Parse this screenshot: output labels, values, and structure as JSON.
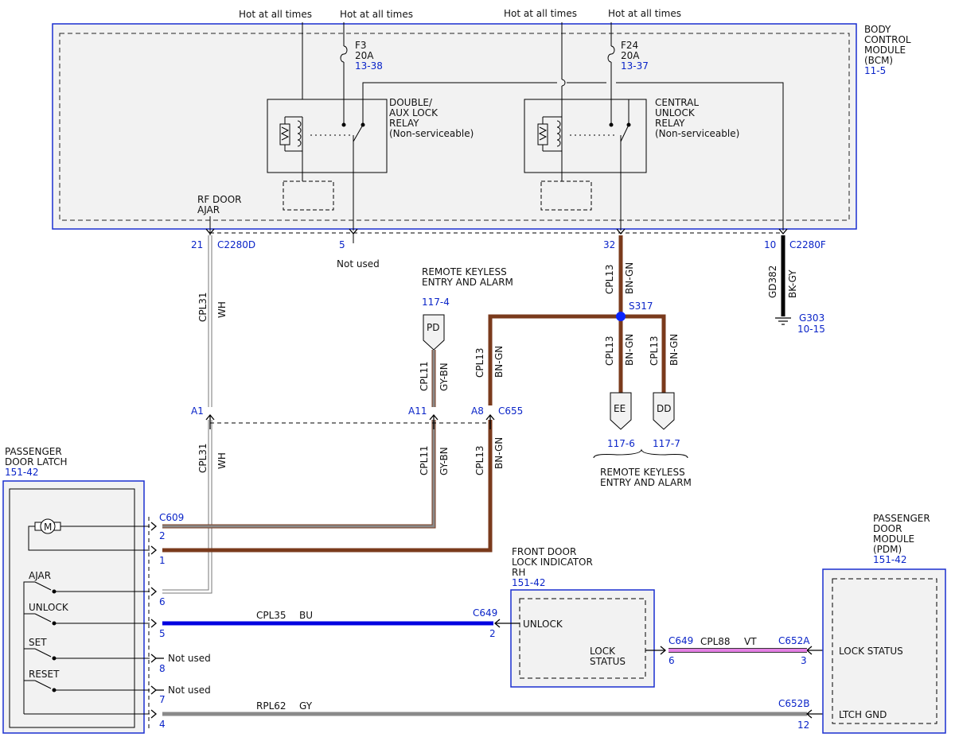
{
  "supply": {
    "hot1": "Hot at all times",
    "hot2": "Hot at all times",
    "hot3": "Hot at all times",
    "hot4": "Hot at all times"
  },
  "fuses": [
    {
      "name": "F3",
      "rating": "20A",
      "ref": "13-38"
    },
    {
      "name": "F24",
      "rating": "20A",
      "ref": "13-37"
    }
  ],
  "bcm": {
    "l1": "BODY",
    "l2": "CONTROL",
    "l3": "MODULE",
    "l4": "(BCM)",
    "ref": "11-5"
  },
  "relays": [
    {
      "l1": "DOUBLE/",
      "l2": "AUX LOCK",
      "l3": "RELAY",
      "l4": "(Non-serviceable)"
    },
    {
      "l1": "CENTRAL",
      "l2": "UNLOCK",
      "l3": "RELAY",
      "l4": "(Non-serviceable)"
    }
  ],
  "bcm_pins": {
    "rf_l1": "RF DOOR",
    "rf_l2": "AJAR",
    "p21": "21",
    "c2280d": "C2280D",
    "p5": "5",
    "not_used": "Not used",
    "p32": "32",
    "p10": "10",
    "c2280f": "C2280F"
  },
  "wires": {
    "cpl31": "CPL31",
    "wh": "WH",
    "cpl11": "CPL11",
    "gybn": "GY-BN",
    "cpl13": "CPL13",
    "bngn": "BN-GN",
    "gd382": "GD382",
    "bkgy": "BK-GY",
    "cpl35": "CPL35",
    "bu": "BU",
    "cpl88": "CPL88",
    "vt": "VT",
    "rpl62": "RPL62",
    "gy": "GY"
  },
  "rke": {
    "l1": "REMOTE KEYLESS",
    "l2": "ENTRY AND ALARM",
    "ref": "117-4",
    "pd": "PD",
    "ee": "EE",
    "dd": "DD",
    "ref6": "117-6",
    "ref7": "117-7",
    "b1": "REMOTE KEYLESS",
    "b2": "ENTRY AND ALARM"
  },
  "splice": {
    "s317": "S317"
  },
  "ground": {
    "g303": "G303",
    "ref": "10-15"
  },
  "c655": {
    "a1": "A1",
    "a11": "A11",
    "a8": "A8",
    "name": "C655"
  },
  "latch": {
    "l1": "PASSENGER",
    "l2": "DOOR LATCH",
    "ref": "151-42",
    "motor": "M",
    "ajar": "AJAR",
    "unlock": "UNLOCK",
    "set": "SET",
    "reset": "RESET",
    "c609": "C609",
    "p2": "2",
    "p1": "1",
    "p6": "6",
    "p5": "5",
    "p8": "8",
    "p7": "7",
    "p4": "4",
    "nu1": "Not used",
    "nu2": "Not used"
  },
  "indicator": {
    "l1": "FRONT DOOR",
    "l2": "LOCK INDICATOR",
    "l3": "RH",
    "ref": "151-42",
    "unlock": "UNLOCK",
    "ls1": "LOCK",
    "ls2": "STATUS",
    "c649a": "C649",
    "p2": "2",
    "c649b": "C649",
    "p6": "6"
  },
  "pdm": {
    "l1": "PASSENGER",
    "l2": "DOOR",
    "l3": "MODULE",
    "l4": "(PDM)",
    "ref": "151-42",
    "lockstatus": "LOCK STATUS",
    "ltch": "LTCH GND",
    "c652a": "C652A",
    "p3": "3",
    "c652b": "C652B",
    "p12": "12"
  },
  "colors": {
    "blue": "#0a24c8",
    "brown": "#7a3a1c",
    "gray": "#8a8a8a",
    "violet": "#e47fe4",
    "wirebu": "#0000e0"
  }
}
